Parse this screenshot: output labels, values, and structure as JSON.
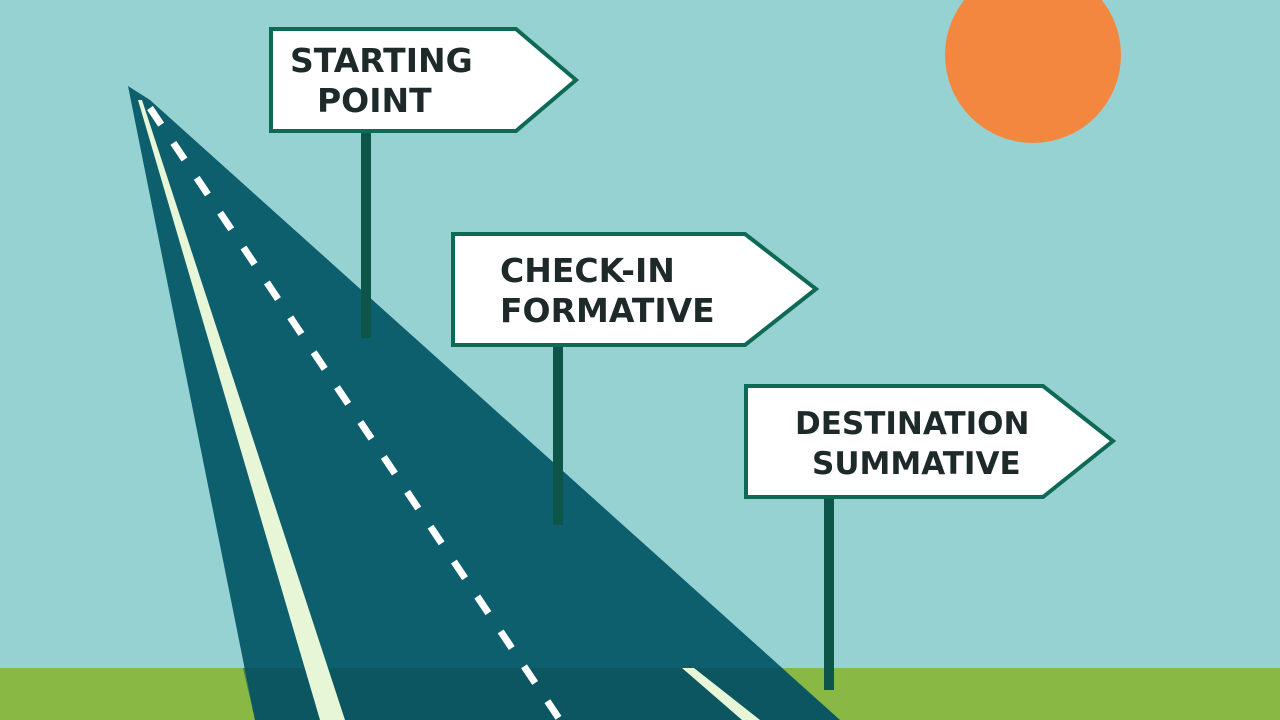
{
  "signs": [
    {
      "line1": "STARTING",
      "line2": "POINT"
    },
    {
      "line1": "CHECK-IN",
      "line2": "FORMATIVE"
    },
    {
      "line1": "DESTINATION",
      "line2": "SUMMATIVE"
    }
  ],
  "colors": {
    "sky": "#97d2d3",
    "grass": "#8ab845",
    "road": "#0e5f6d",
    "sun": "#f4873f",
    "sign_border": "#0e6a55",
    "sign_fill": "#ffffff",
    "pole": "#0d5449"
  }
}
